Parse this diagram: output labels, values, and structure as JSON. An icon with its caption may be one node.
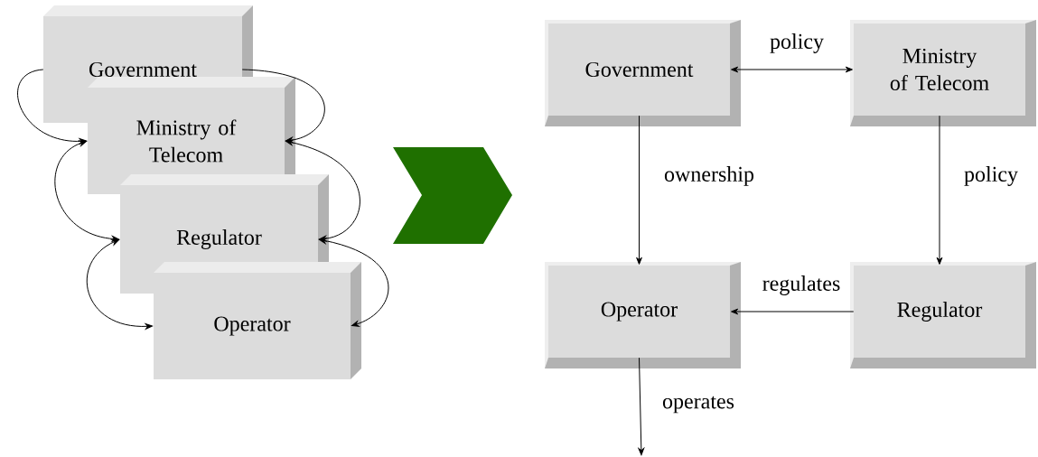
{
  "diagram": {
    "nodes": [
      {
        "text": [
          "Government"
        ]
      },
      {
        "text": [
          "Ministry of Telecom"
        ]
      },
      {
        "text": [
          "Regulator"
        ]
      },
      {
        "text": [
          "Operator"
        ]
      },
      {
        "text": [
          "Government"
        ]
      },
      {
        "text": [
          "Ministry of Telecom"
        ]
      },
      {
        "text": [
          "Operator"
        ]
      },
      {
        "text": [
          "Regulator"
        ]
      }
    ],
    "edges": [
      {
        "from": 0,
        "to": 1,
        "arrow": "to"
      },
      {
        "from": 0,
        "to": 1,
        "arrow": "to"
      },
      {
        "from": 1,
        "to": 2,
        "arrow": "both"
      },
      {
        "from": 1,
        "to": 2,
        "arrow": "both"
      },
      {
        "from": 2,
        "to": 3,
        "arrow": "both"
      },
      {
        "from": 2,
        "to": 3,
        "arrow": "both"
      },
      {
        "from": 4,
        "to": 5,
        "arrow": "both",
        "label": "policy"
      },
      {
        "from": 4,
        "to": 6,
        "arrow": "to",
        "label": "ownership"
      },
      {
        "from": 5,
        "to": 7,
        "arrow": "to",
        "label": "policy"
      },
      {
        "from": 7,
        "to": 6,
        "arrow": "to",
        "label": "regulates"
      },
      {
        "from": 6,
        "to": null,
        "arrow": "to",
        "label": "operates"
      }
    ]
  }
}
